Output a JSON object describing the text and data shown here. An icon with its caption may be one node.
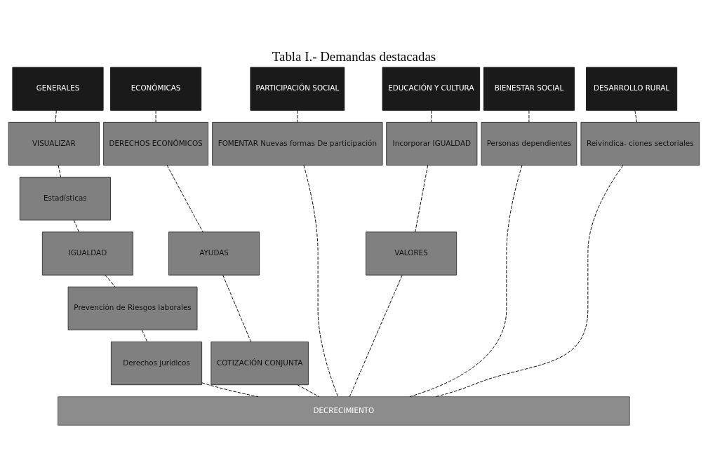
{
  "diagram": {
    "title": "Tabla I.- Demandas destacadas",
    "nodes": [
      {
        "text": [
          "GENERALES"
        ]
      },
      {
        "text": [
          "ECONÓMICAS"
        ]
      },
      {
        "text": [
          "PARTICIPACIÓN SOCIAL"
        ]
      },
      {
        "text": [
          "EDUCACIÓN Y CULTURA"
        ]
      },
      {
        "text": [
          "BIENESTAR SOCIAL"
        ]
      },
      {
        "text": [
          "DESARROLLO RURAL"
        ]
      },
      {
        "text": [
          "VISUALIZAR"
        ]
      },
      {
        "text": [
          "DERECHOS ECONÓMICOS"
        ]
      },
      {
        "text": [
          "FOMENTAR Nuevas formas De participación"
        ]
      },
      {
        "text": [
          "Incorporar IGUALDAD"
        ]
      },
      {
        "text": [
          "Personas dependientes"
        ]
      },
      {
        "text": [
          "Reivindica- ciones sectoriales"
        ]
      },
      {
        "text": [
          "Estadísticas"
        ]
      },
      {
        "text": [
          "IGUALDAD"
        ]
      },
      {
        "text": [
          "AYUDAS"
        ]
      },
      {
        "text": [
          "VALORES"
        ]
      },
      {
        "text": [
          "Prevención de Riesgos laborales"
        ]
      },
      {
        "text": [
          "Derechos jurídicos"
        ]
      },
      {
        "text": [
          "COTIZACIÓN CONJUNTA"
        ]
      },
      {
        "text": [
          "DECRECIMIENTO"
        ]
      }
    ],
    "edges": [
      {
        "from": 0,
        "to": 6,
        "arrow": "none",
        "style": "dashed"
      },
      {
        "from": 6,
        "to": 12,
        "arrow": "none",
        "style": "dashed"
      },
      {
        "from": 12,
        "to": 13,
        "arrow": "none",
        "style": "dashed"
      },
      {
        "from": 13,
        "to": 16,
        "arrow": "none",
        "style": "dashed"
      },
      {
        "from": 16,
        "to": 17,
        "arrow": "none",
        "style": "dashed"
      },
      {
        "from": 17,
        "to": 19,
        "arrow": "none",
        "style": "dashed"
      },
      {
        "from": 1,
        "to": 7,
        "arrow": "none",
        "style": "dashed"
      },
      {
        "from": 7,
        "to": 14,
        "arrow": "none",
        "style": "dashed"
      },
      {
        "from": 14,
        "to": 18,
        "arrow": "none",
        "style": "dashed"
      },
      {
        "from": 18,
        "to": 19,
        "arrow": "none",
        "style": "dashed"
      },
      {
        "from": 2,
        "to": 8,
        "arrow": "none",
        "style": "dashed"
      },
      {
        "from": 8,
        "to": 19,
        "arrow": "none",
        "style": "dashed"
      },
      {
        "from": 3,
        "to": 9,
        "arrow": "none",
        "style": "dashed"
      },
      {
        "from": 9,
        "to": 15,
        "arrow": "none",
        "style": "dashed"
      },
      {
        "from": 15,
        "to": 19,
        "arrow": "none",
        "style": "dashed"
      },
      {
        "from": 4,
        "to": 10,
        "arrow": "none",
        "style": "dashed"
      },
      {
        "from": 10,
        "to": 19,
        "arrow": "none",
        "style": "dashed"
      },
      {
        "from": 5,
        "to": 11,
        "arrow": "none",
        "style": "dashed"
      },
      {
        "from": 11,
        "to": 19,
        "arrow": "none",
        "style": "dashed"
      }
    ]
  }
}
